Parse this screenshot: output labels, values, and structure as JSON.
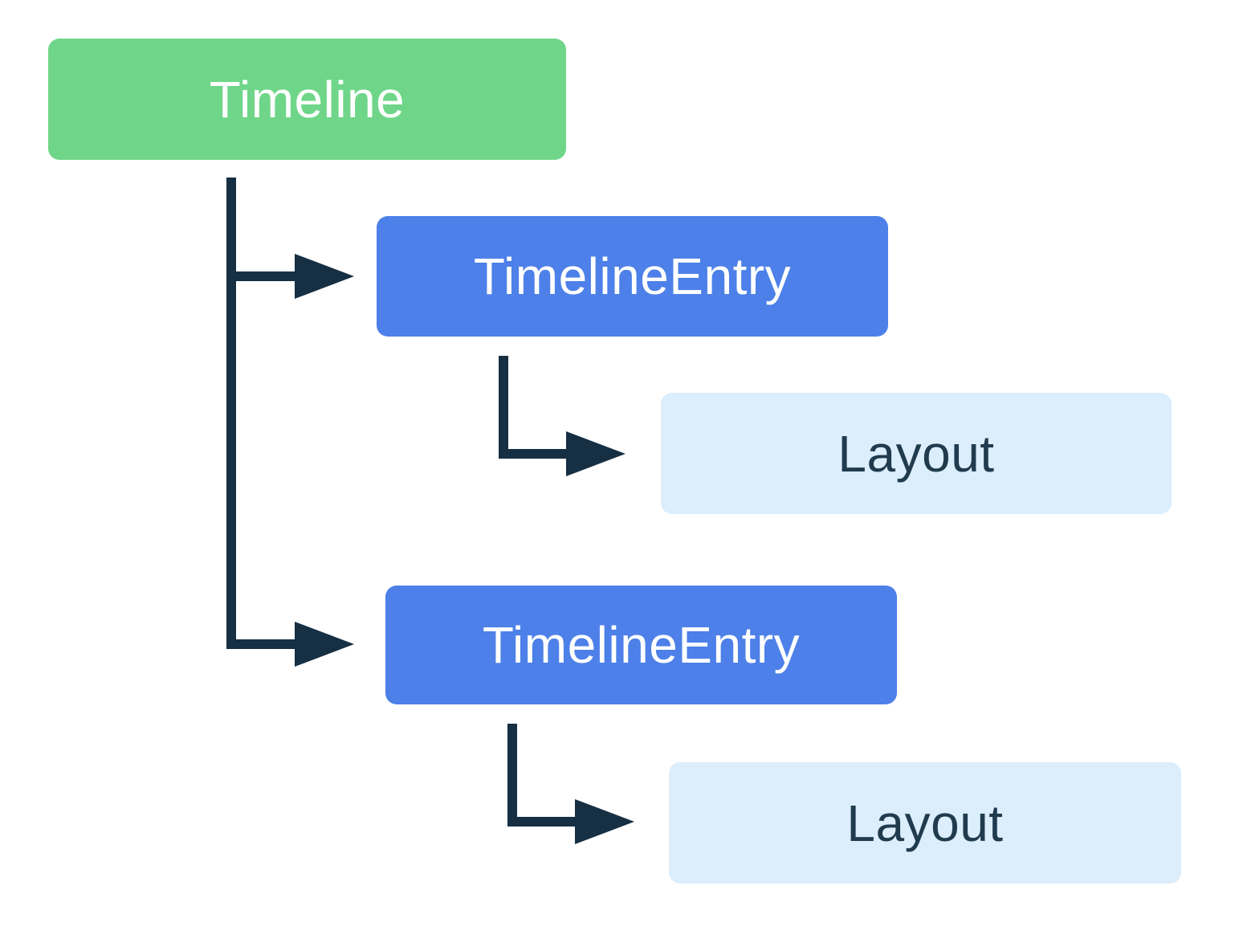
{
  "diagram": {
    "type": "tree",
    "nodes": [
      {
        "id": "timeline",
        "label": "Timeline",
        "role": "root"
      },
      {
        "id": "timeline-entry-1",
        "label": "TimelineEntry",
        "role": "entry"
      },
      {
        "id": "layout-1",
        "label": "Layout",
        "role": "leaf"
      },
      {
        "id": "timeline-entry-2",
        "label": "TimelineEntry",
        "role": "entry"
      },
      {
        "id": "layout-2",
        "label": "Layout",
        "role": "leaf"
      }
    ],
    "edges": [
      {
        "from": "timeline",
        "to": "timeline-entry-1"
      },
      {
        "from": "timeline",
        "to": "timeline-entry-2"
      },
      {
        "from": "timeline-entry-1",
        "to": "layout-1"
      },
      {
        "from": "timeline-entry-2",
        "to": "layout-2"
      }
    ]
  },
  "colors": {
    "background": "#FFFFFF",
    "root_fill": "#6FD689",
    "root_text": "#FFFFFF",
    "entry_fill": "#4D80E8",
    "entry_text": "#FFFFFF",
    "leaf_fill": "#DCEDFB",
    "leaf_text": "#203B4E",
    "connector": "#162F43"
  }
}
